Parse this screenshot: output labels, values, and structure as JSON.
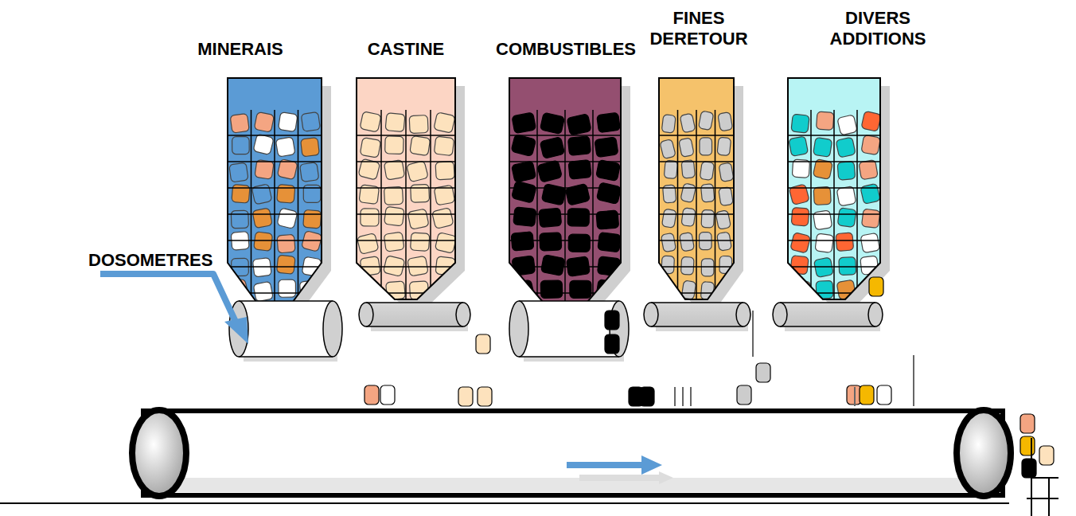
{
  "diagram": {
    "labels": [
      "MINERAIS",
      "CASTINE",
      "COMBUSTIBLES",
      "FINES DERETOUR",
      "DIVERS ADDITIONS",
      "DOSOMETRES"
    ]
  }
}
